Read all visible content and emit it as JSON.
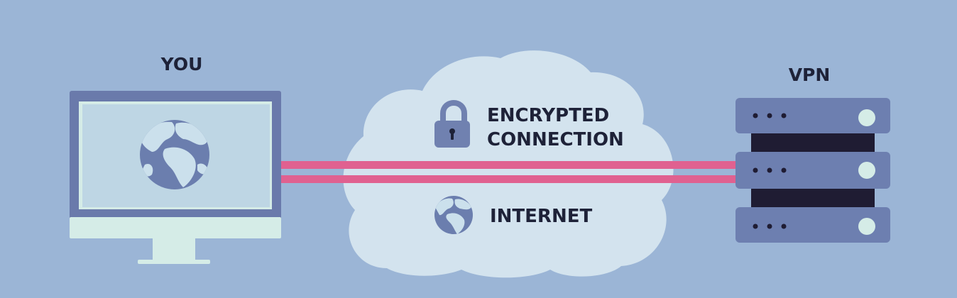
{
  "labels": {
    "you": "YOU",
    "vpn": "VPN",
    "encrypted_line1": "ENCRYPTED",
    "encrypted_line2": "CONNECTION",
    "internet": "INTERNET"
  },
  "colors": {
    "background": "#9bb5d6",
    "monitor_frame": "#6a7aab",
    "monitor_light": "#d5ece7",
    "screen": "#bed6e4",
    "cloud": "#d3e3ee",
    "tunnel": "#e06190",
    "server_unit": "#6d7fb0",
    "server_gap": "#1f1c33",
    "globe_ocean": "#6b7eae",
    "globe_land": "#cbe0ec",
    "lock": "#7081b0",
    "dark_text": "#1e2238"
  },
  "icons": {
    "computer": "desktop-monitor-icon",
    "screen_globe": "globe-icon",
    "lock": "padlock-icon",
    "internet_globe": "globe-icon",
    "server": "server-rack-icon"
  }
}
